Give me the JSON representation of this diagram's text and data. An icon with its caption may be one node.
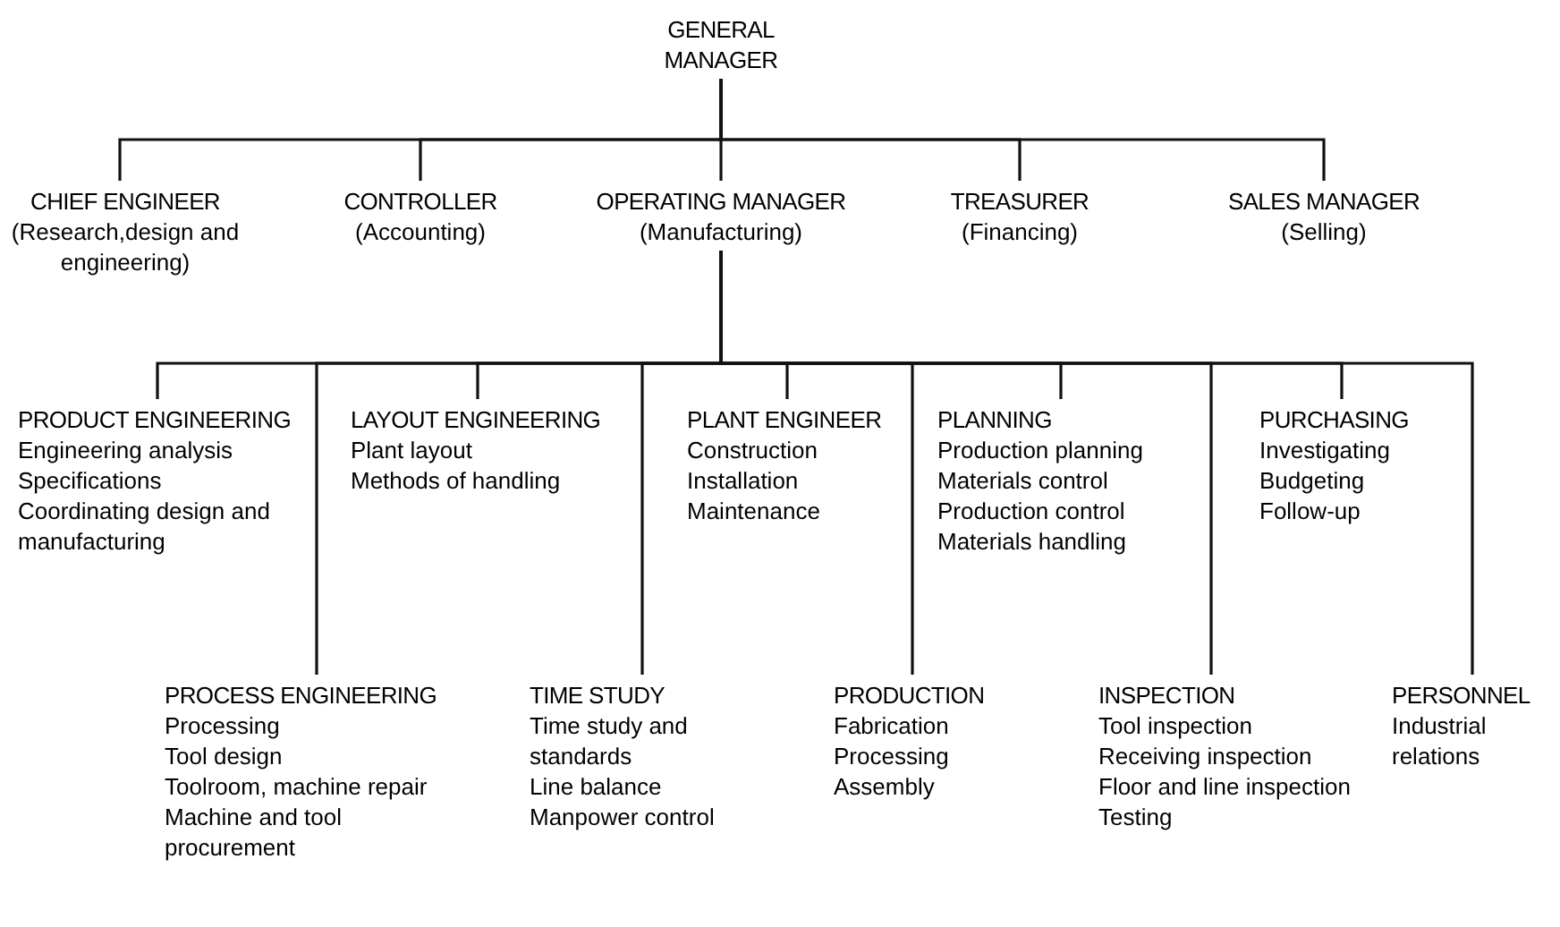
{
  "diagram": {
    "nodes": [
      {
        "text": [
          "GENERAL MANAGER"
        ]
      },
      {
        "text": [
          "CHIEF ENGINEER",
          "(Research,design and engineering)"
        ]
      },
      {
        "text": [
          "CONTROLLER",
          "(Accounting)"
        ]
      },
      {
        "text": [
          "OPERATING MANAGER",
          "(Manufacturing)"
        ]
      },
      {
        "text": [
          "TREASURER",
          "(Financing)"
        ]
      },
      {
        "text": [
          "SALES MANAGER",
          "(Selling)"
        ]
      },
      {
        "text": [
          "PRODUCT ENGINEERING",
          "Engineering analysis",
          "Specifications",
          "Coordinating design and manufacturing"
        ]
      },
      {
        "text": [
          "PROCESS ENGINEERING",
          "Processing",
          "Tool design",
          "Toolroom, machine repair",
          "Machine and tool procurement"
        ]
      },
      {
        "text": [
          "LAYOUT ENGINEERING",
          "Plant layout",
          "Methods of handling"
        ]
      },
      {
        "text": [
          "TIME STUDY",
          "Time study and standards",
          "Line balance",
          "Manpower control"
        ]
      },
      {
        "text": [
          "PLANT ENGINEER",
          "Construction",
          "Installation",
          "Maintenance"
        ]
      },
      {
        "text": [
          "PRODUCTION",
          "Fabrication",
          "Processing",
          "Assembly"
        ]
      },
      {
        "text": [
          "PLANNING",
          "Production planning",
          "Materials control",
          "Production control",
          "Materials handling"
        ]
      },
      {
        "text": [
          "INSPECTION",
          "Tool inspection",
          "Receiving inspection",
          "Floor and line inspection",
          "Testing"
        ]
      },
      {
        "text": [
          "PURCHASING",
          "Investigating",
          "Budgeting",
          "Follow-up"
        ]
      },
      {
        "text": [
          "PERSONNEL",
          "Industrial relations"
        ]
      }
    ],
    "edges": [
      {
        "from": 0,
        "to": 1,
        "arrow": "none"
      },
      {
        "from": 0,
        "to": 2,
        "arrow": "none"
      },
      {
        "from": 0,
        "to": 3,
        "arrow": "none"
      },
      {
        "from": 0,
        "to": 4,
        "arrow": "none"
      },
      {
        "from": 0,
        "to": 5,
        "arrow": "none"
      },
      {
        "from": 3,
        "to": 6,
        "arrow": "none"
      },
      {
        "from": 3,
        "to": 7,
        "arrow": "none"
      },
      {
        "from": 3,
        "to": 8,
        "arrow": "none"
      },
      {
        "from": 3,
        "to": 9,
        "arrow": "none"
      },
      {
        "from": 3,
        "to": 10,
        "arrow": "none"
      },
      {
        "from": 3,
        "to": 11,
        "arrow": "none"
      },
      {
        "from": 3,
        "to": 12,
        "arrow": "none"
      },
      {
        "from": 3,
        "to": 13,
        "arrow": "none"
      },
      {
        "from": 3,
        "to": 14,
        "arrow": "none"
      },
      {
        "from": 3,
        "to": 15,
        "arrow": "none"
      }
    ]
  }
}
